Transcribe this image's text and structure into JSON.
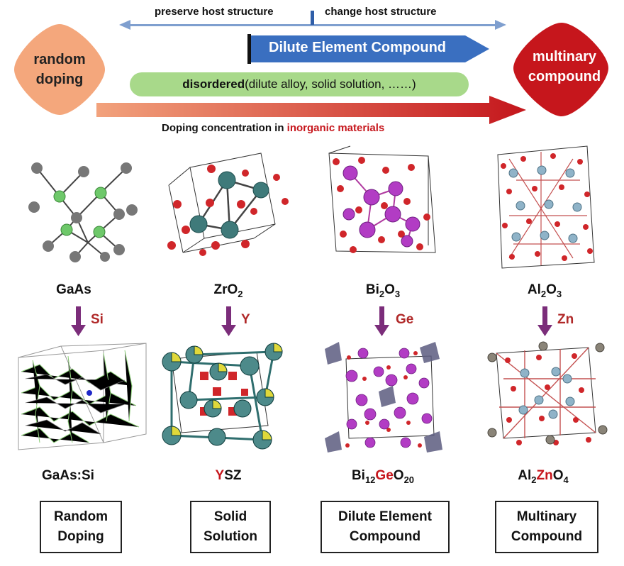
{
  "header": {
    "preserve_label": "preserve host structure",
    "change_label": "change host structure",
    "dilute_banner": "Dilute Element Compound",
    "disordered_bold": "disordered",
    "disordered_rest": " (dilute alloy, solid solution, ……)",
    "random_doping": [
      "random",
      "doping"
    ],
    "multinary": [
      "multinary",
      "compound"
    ],
    "concentration_prefix": "Doping concentration in ",
    "concentration_highlight": "inorganic materials"
  },
  "columns": [
    {
      "host": {
        "parts": [
          "GaAs"
        ]
      },
      "dopant": "Si",
      "doped": {
        "parts": [
          "GaAs:Si"
        ]
      },
      "box": [
        "Random",
        "Doping"
      ]
    },
    {
      "host": {
        "parts": [
          "ZrO",
          "2"
        ]
      },
      "dopant": "Y",
      "doped": {
        "parts": [
          "Y",
          "SZ"
        ]
      },
      "box": [
        "Solid",
        "Solution"
      ]
    },
    {
      "host": {
        "parts": [
          "Bi",
          "2",
          "O",
          "3"
        ]
      },
      "dopant": "Ge",
      "doped": {
        "parts": [
          "Bi",
          "12",
          "Ge",
          "O",
          "20"
        ]
      },
      "box": [
        "Dilute Element",
        "Compound"
      ]
    },
    {
      "host": {
        "parts": [
          "Al",
          "2",
          "O",
          "3"
        ]
      },
      "dopant": "Zn",
      "doped": {
        "parts": [
          "Al",
          "2",
          "Zn",
          "O",
          "4"
        ]
      },
      "box": [
        "Multinary",
        "Compound"
      ]
    }
  ],
  "colors": {
    "blue_arrow": "#7f9fcf",
    "dilute_banner": "#3a6fc0",
    "green_pill": "#a8d98a",
    "orange_blob": "#f4a77c",
    "red_blob": "#c6161c",
    "dopant_arrow": "#7b2d7a",
    "highlight_red": "#c6161c"
  }
}
